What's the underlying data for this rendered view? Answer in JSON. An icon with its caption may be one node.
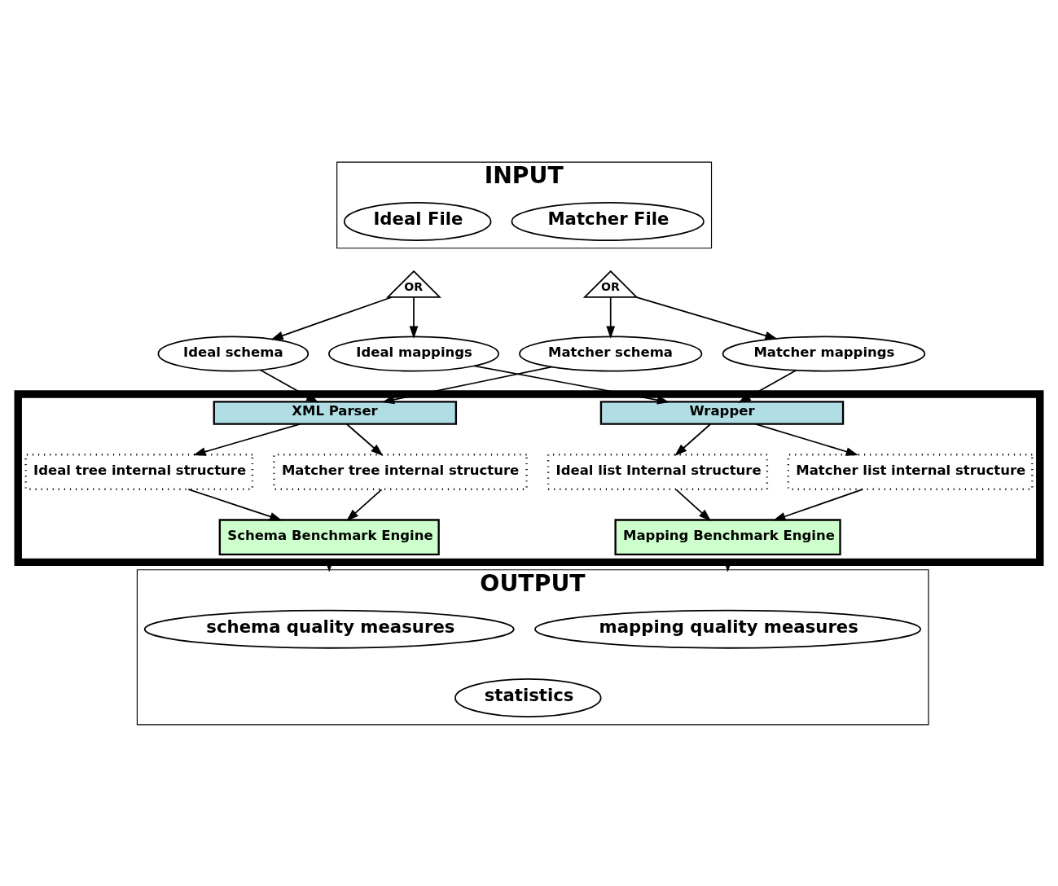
{
  "diagram": {
    "nodes": [
      {
        "text": [
          "INPUT"
        ]
      },
      {
        "text": [
          "Ideal File"
        ],
        "in": 0
      },
      {
        "text": [
          "Matcher File"
        ],
        "in": 0
      },
      {
        "text": [
          "OR"
        ]
      },
      {
        "text": [
          "OR"
        ]
      },
      {
        "text": [
          "Ideal schema"
        ]
      },
      {
        "text": [
          "Matcher schema"
        ]
      },
      {
        "text": [
          "Ideal mappings"
        ]
      },
      {
        "text": [
          "Matcher mappings"
        ]
      },
      {
        "text": [],
        "shape": "box"
      },
      {
        "text": [
          "XML Parser"
        ],
        "in": 9
      },
      {
        "text": [
          "Wrapper"
        ],
        "in": 9
      },
      {
        "text": [
          "Ideal tree internal structure"
        ],
        "in": 9
      },
      {
        "text": [
          "Matcher tree internal structure"
        ],
        "in": 9
      },
      {
        "text": [
          "Ideal list Internal structure"
        ],
        "in": 9
      },
      {
        "text": [
          "Matcher list internal structure"
        ],
        "in": 9
      },
      {
        "text": [
          "Schema Benchmark Engine"
        ],
        "in": 9
      },
      {
        "text": [
          "Mapping Benchmark Engine"
        ],
        "in": 9
      },
      {
        "text": [
          "OUTPUT"
        ]
      },
      {
        "text": [
          "schema quality measures"
        ],
        "in": 18
      },
      {
        "text": [
          "mapping quality measures"
        ],
        "in": 18
      },
      {
        "text": [
          "statistics"
        ],
        "in": 18
      }
    ],
    "edges": [
      {
        "from": 3,
        "to": 5,
        "arrow": "to"
      },
      {
        "from": 3,
        "to": 7,
        "arrow": "to"
      },
      {
        "from": 4,
        "to": 6,
        "arrow": "to"
      },
      {
        "from": 4,
        "to": 8,
        "arrow": "to"
      },
      {
        "from": 5,
        "to": 10,
        "arrow": "to"
      },
      {
        "from": 6,
        "to": 10,
        "arrow": "to"
      },
      {
        "from": 7,
        "to": 11,
        "arrow": "to"
      },
      {
        "from": 8,
        "to": 11,
        "arrow": "to"
      },
      {
        "from": 10,
        "to": 12,
        "arrow": "to"
      },
      {
        "from": 10,
        "to": 13,
        "arrow": "to"
      },
      {
        "from": 11,
        "to": 14,
        "arrow": "to"
      },
      {
        "from": 11,
        "to": 15,
        "arrow": "to"
      },
      {
        "from": 12,
        "to": 16,
        "arrow": "to"
      },
      {
        "from": 13,
        "to": 16,
        "arrow": "to"
      },
      {
        "from": 14,
        "to": 17,
        "arrow": "to"
      },
      {
        "from": 15,
        "to": 17,
        "arrow": "to"
      },
      {
        "from": 9,
        "to": 18,
        "arrow": "to"
      },
      {
        "from": 9,
        "to": 18,
        "arrow": "to"
      }
    ]
  }
}
